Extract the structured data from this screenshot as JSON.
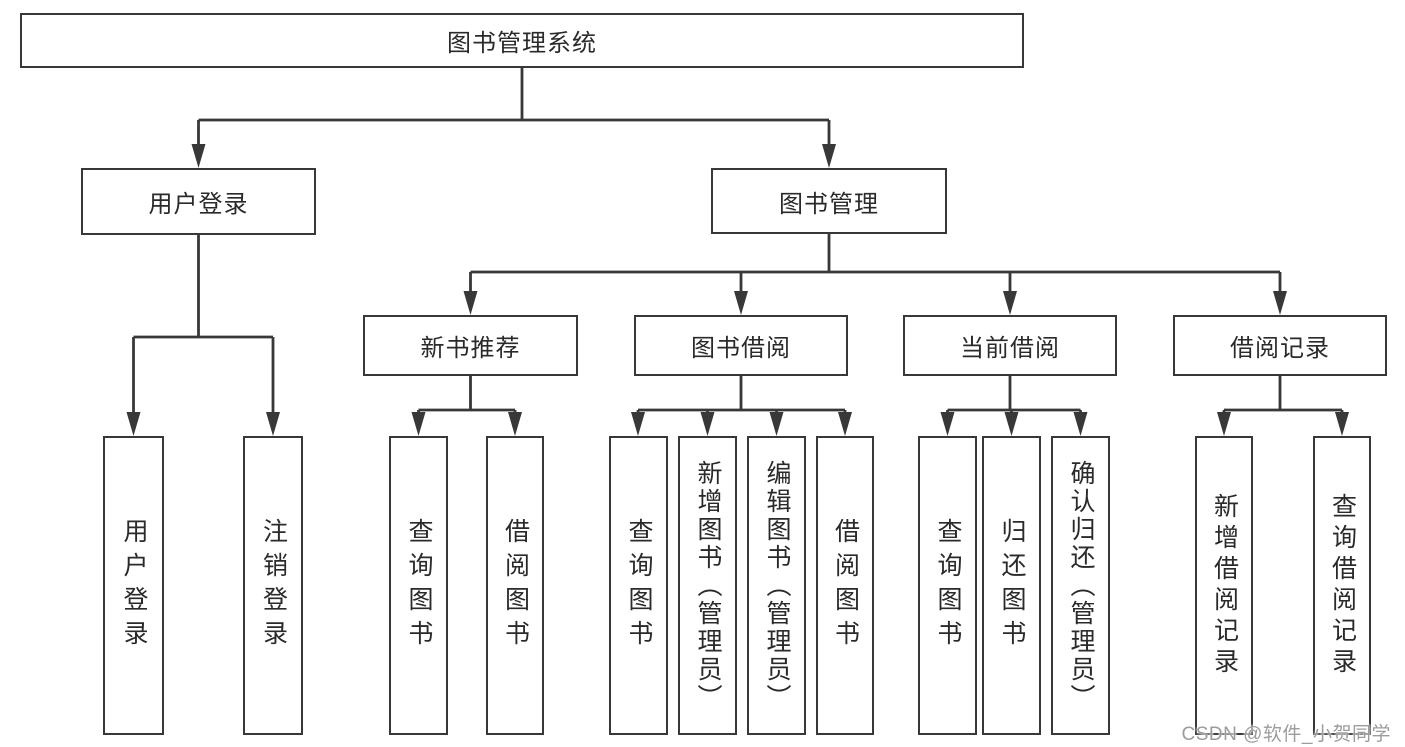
{
  "diagram_type": "hierarchy-tree",
  "tree": {
    "label": "图书管理系统",
    "children": [
      {
        "label": "用户登录",
        "children": [
          {
            "label": "用户登录"
          },
          {
            "label": "注销登录"
          }
        ]
      },
      {
        "label": "图书管理",
        "children": [
          {
            "label": "新书推荐",
            "children": [
              {
                "label": "查询图书"
              },
              {
                "label": "借阅图书"
              }
            ]
          },
          {
            "label": "图书借阅",
            "children": [
              {
                "label": "查询图书"
              },
              {
                "label": "新增图书（管理员）"
              },
              {
                "label": "编辑图书（管理员）"
              },
              {
                "label": "借阅图书"
              }
            ]
          },
          {
            "label": "当前借阅",
            "children": [
              {
                "label": "查询图书"
              },
              {
                "label": "归还图书"
              },
              {
                "label": "确认归还（管理员）"
              }
            ]
          },
          {
            "label": "借阅记录",
            "children": [
              {
                "label": "新增借阅记录"
              },
              {
                "label": "查询借阅记录"
              }
            ]
          }
        ]
      }
    ]
  },
  "watermark": {
    "text": "CSDN @软件_小贺同学"
  },
  "colors": {
    "background": "#ffffff",
    "box_fill": "#ffffff",
    "box_border": "#383838",
    "connector_line": "#383838",
    "text": "#2a2a2a",
    "watermark_text": "#9c9c9c"
  }
}
